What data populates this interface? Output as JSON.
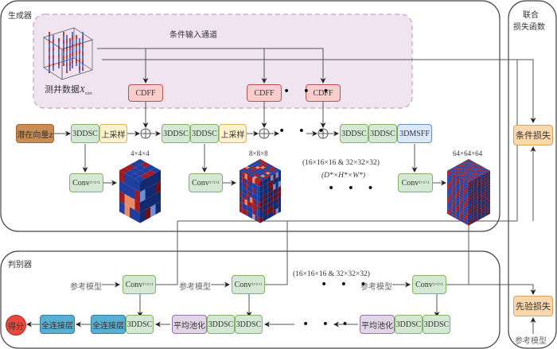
{
  "sections": {
    "generator_title": "生成器",
    "discriminator_title": "判别器",
    "loss_title_line1": "联合",
    "loss_title_line2": "损失函数",
    "condition_channel_title": "条件输入通道"
  },
  "generator": {
    "well_data_label": "测井数据",
    "well_data_symbol": "X",
    "well_data_sub": "con",
    "latent_label": "潜在向量z",
    "cdff_labels": [
      "CDFF",
      "CDFF",
      "CDFF"
    ],
    "row_blocks": [
      "3DDSC",
      "上采样",
      "3DDSC",
      "3DDSC",
      "上采样",
      "3DDSC",
      "3DDSC",
      "3DMSFF"
    ],
    "conv_label": "Conv",
    "conv_sub": "1×1×1",
    "cube_sizes": [
      "4×4×4",
      "8×8×8",
      "64×64×64"
    ],
    "middle_note_line1": "(16×16×16 & 32×32×32)",
    "middle_note_line2": "(D*×H*×W*)",
    "ellipsis": "• • •"
  },
  "discriminator": {
    "reference_label": "参考模型",
    "conv_label": "Conv",
    "conv_sub": "1×1×1",
    "blocks_right": [
      "平均池化",
      "3DDSC",
      "3DDSC"
    ],
    "blocks_mid": [
      "平均池化",
      "3DDSC",
      "3DDSC"
    ],
    "blocks_left": [
      "全连接层",
      "3DDSC"
    ],
    "fc_label": "全连接层",
    "score_label": "得分",
    "middle_note": "(16×16×16 & 32×32×32)",
    "ellipsis": "• • •"
  },
  "loss": {
    "condition_loss": "条件损失",
    "prior_loss": "先验损失",
    "reference_label": "参考模型"
  },
  "colors": {
    "cube_red": "#a01c24",
    "cube_blue": "#1f3fa0",
    "cube_light": "#e88a6a"
  }
}
